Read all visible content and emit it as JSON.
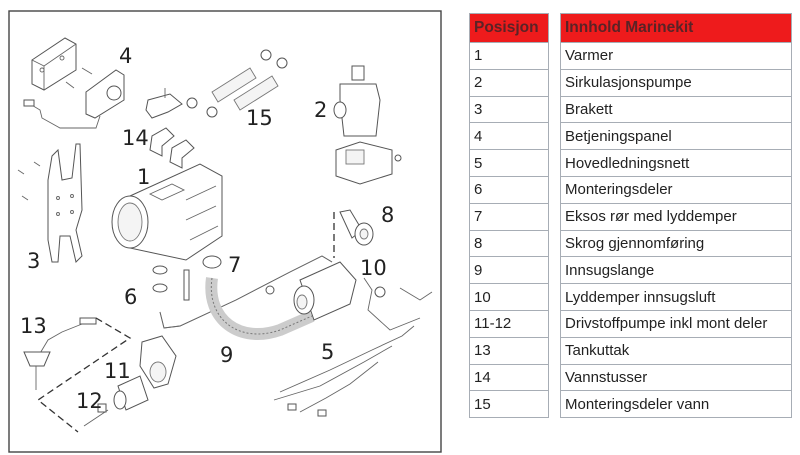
{
  "diagram": {
    "title": "Marine kit exploded view",
    "callouts": [
      "1",
      "2",
      "3",
      "4",
      "5",
      "6",
      "7",
      "8",
      "9",
      "10",
      "11",
      "12",
      "13",
      "14",
      "15"
    ]
  },
  "table": {
    "header_color": "#ee1b1c",
    "position_header": "Posisjon",
    "content_header": "Innhold Marinekit",
    "rows": [
      {
        "pos": "1",
        "content": "Varmer"
      },
      {
        "pos": "2",
        "content": "Sirkulasjonspumpe"
      },
      {
        "pos": "3",
        "content": "Brakett"
      },
      {
        "pos": "4",
        "content": "Betjeningspanel"
      },
      {
        "pos": "5",
        "content": "Hovedledningsnett"
      },
      {
        "pos": "6",
        "content": "Monteringsdeler"
      },
      {
        "pos": "7",
        "content": "Eksos rør med lyddemper"
      },
      {
        "pos": "8",
        "content": "Skrog gjennomføring"
      },
      {
        "pos": "9",
        "content": "Innsugslange"
      },
      {
        "pos": "10",
        "content": "Lyddemper innsugsluft"
      },
      {
        "pos": "11-12",
        "content": "Drivstoffpumpe inkl mont deler"
      },
      {
        "pos": "13",
        "content": "Tankuttak"
      },
      {
        "pos": "14",
        "content": "Vannstusser"
      },
      {
        "pos": "15",
        "content": "Monteringsdeler vann"
      }
    ]
  }
}
